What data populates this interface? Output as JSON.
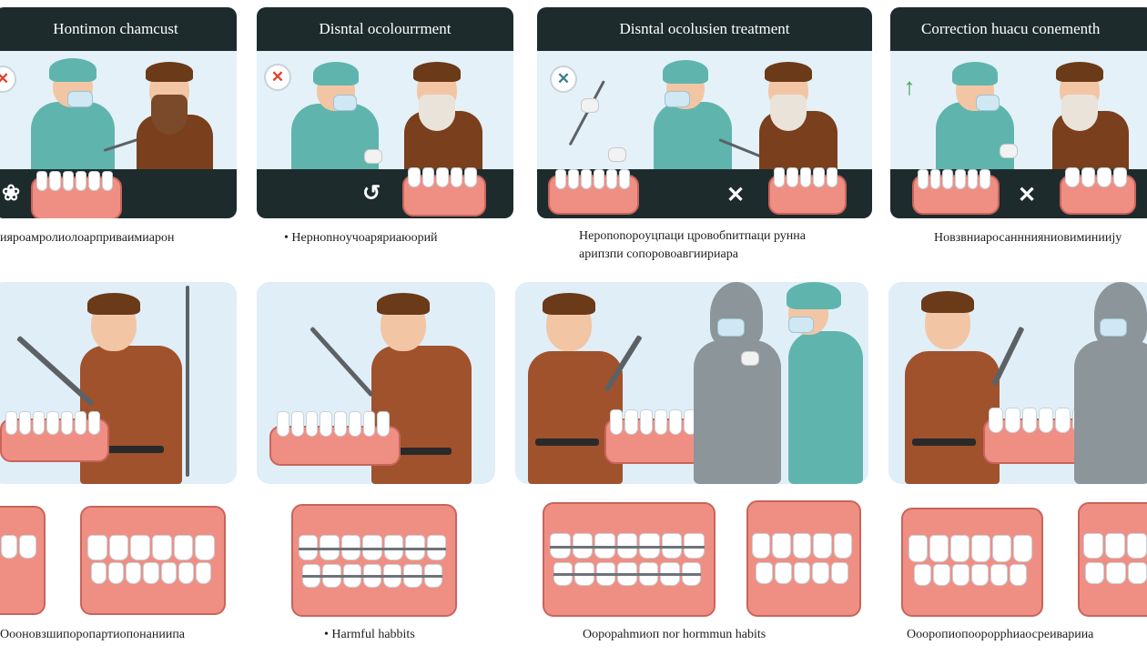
{
  "colors": {
    "header_bg": "#1d2b2c",
    "panel_bg": "#e4f1f8",
    "gown": "#5fb5ad",
    "fur": "#7a3f1c",
    "tunic": "#a0522d",
    "gums": "#ef8f84",
    "tooth": "#ffffff",
    "wrong_icon": "#e2402c",
    "tool_icon": "#3a7f8f",
    "correct_icon": "#3aa246"
  },
  "top_panels": [
    {
      "title": "Hontimon chamcust",
      "status_icon": "wrong-icon",
      "status_glyph": "✕",
      "band_mark": "❀",
      "caption": "ияроамролиолоарприваимиарон"
    },
    {
      "title": "Disntal ocolourrment",
      "status_icon": "wrong-icon",
      "status_glyph": "✕",
      "band_mark": "↺",
      "caption": "• Heрноnноyчоаряриаюорий"
    },
    {
      "title": "Disntal ocolusien treatment",
      "status_icon": "wrench-icon",
      "status_glyph": "✕",
      "band_mark": "✕",
      "caption": "Нероnоnoрoуцпаци цровобnитпаци рунна",
      "caption_line2": "арипзпи сопоровоавгиириара"
    },
    {
      "title": "Correction huacu conementh",
      "status_icon": "arrow-up-icon",
      "status_glyph": "↑",
      "band_mark": "✕",
      "caption": "Новзвниаросанннияниовиминииjу"
    }
  ],
  "bottom_captions": [
    "Оооновзшипоропартиопонаниипа",
    "• Harmful habbits",
    "Оорораhmиоп nor hormmun habits",
    "Оооропиопоороррhиаосреиварииа"
  ]
}
